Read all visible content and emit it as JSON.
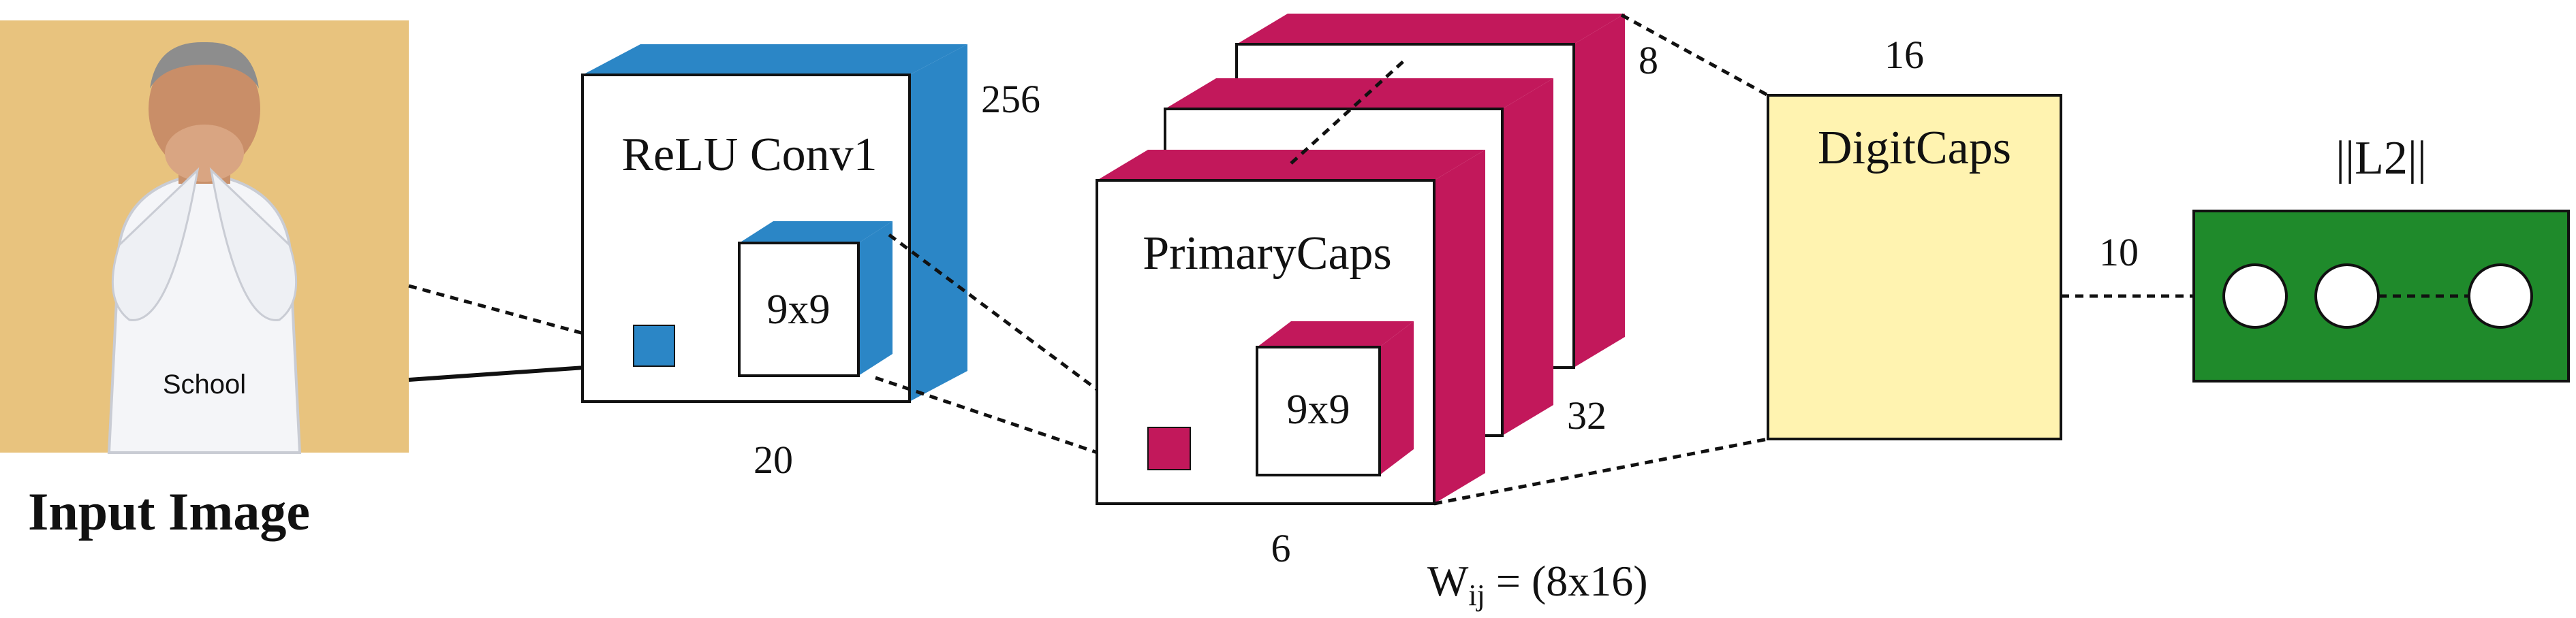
{
  "input": {
    "caption": "Input Image",
    "shirt_text": "School",
    "bg_color": "#e8c37e"
  },
  "conv1": {
    "title": "ReLU Conv1",
    "kernel": "9x9",
    "depth_label": "256",
    "size_label": "20",
    "color": "#2b86c6"
  },
  "primary": {
    "title": "PrimaryCaps",
    "kernel": "9x9",
    "depth_label": "8",
    "count_label": "32",
    "size_label": "6",
    "color": "#c2185b"
  },
  "digit": {
    "title": "DigitCaps",
    "top_label": "16",
    "side_label": "10",
    "weights_main": "W",
    "weights_sub": "ij",
    "weights_rest": " = (8x16)",
    "color": "#fff3b0"
  },
  "output": {
    "title": "||L2||",
    "color": "#1f8a2b"
  }
}
